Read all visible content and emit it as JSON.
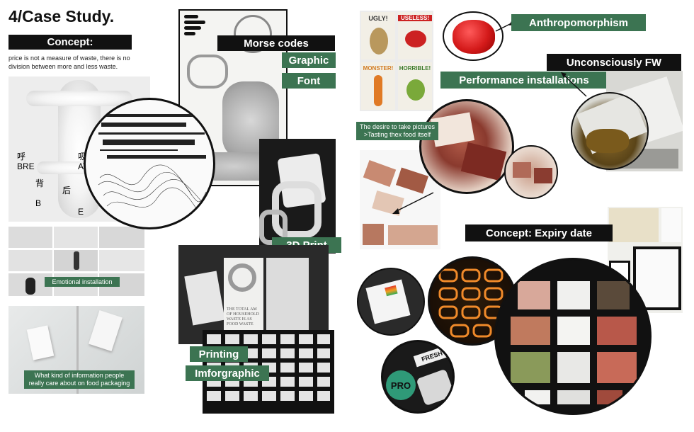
{
  "page": {
    "title": "4/Case Study.",
    "concept_label": "Concept:",
    "concept_text": "price is not a measure of waste, there is no division between more and less waste."
  },
  "left_column": {
    "breathe_glyphs": [
      "呼",
      "吸",
      "BRE",
      "ATHE",
      "背",
      "后",
      "B",
      "E"
    ],
    "emotional_installation": "Emotional installation",
    "packaging_caption": "What kind of information people really care about on food packaging"
  },
  "middle_column": {
    "morse_codes": "Morse codes",
    "graphic": "Graphic",
    "font": "Font",
    "print3d": "3D Print",
    "printing": "Printing",
    "infographic": "Imforgraphic",
    "book_text": "THE TOTAL AM OF HOUSEHOLD WASTE IS AS FOOD WASTE"
  },
  "right_column": {
    "anthropomorphism": "Anthropomorphism",
    "unconsciously": "Unconsciously FW",
    "performance": "Performance installations",
    "poster_words": [
      "UGLY!",
      "USELESS!",
      "MONSTER!",
      "HORRIBLE!"
    ],
    "pictures_caption": "The desire to take pictures >Tasting thex food itself",
    "expiry": "Concept: Expiry date",
    "sticker_words": [
      "PRO",
      "FRESH"
    ]
  },
  "colors": {
    "label_black": "#111111",
    "label_green": "#3c7452",
    "accent_red": "#cc2222"
  }
}
